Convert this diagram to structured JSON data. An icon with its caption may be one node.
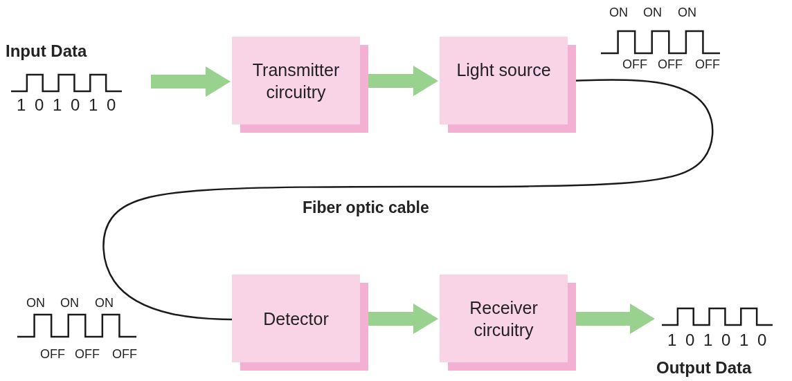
{
  "diagram": {
    "nodes": [
      {
        "text": [
          "Input Data",
          "1 0 1 0 1 0"
        ]
      },
      {
        "text": [
          "Transmitter circuitry"
        ]
      },
      {
        "text": [
          "Light source"
        ]
      },
      {
        "text": [
          "Detector"
        ]
      },
      {
        "text": [
          "Receiver circuitry"
        ]
      },
      {
        "text": [
          "1 0 1 0 1 0",
          "Output Data"
        ]
      }
    ],
    "edges": [
      {
        "from": 0,
        "to": 1,
        "arrow": "to"
      },
      {
        "from": 1,
        "to": 2,
        "arrow": "to"
      },
      {
        "from": 2,
        "to": 3,
        "arrow": "none",
        "label": "Fiber optic cable",
        "color": "#1a1a1a"
      },
      {
        "from": 3,
        "to": 4,
        "arrow": "to"
      },
      {
        "from": 4,
        "to": 5,
        "arrow": "to"
      }
    ],
    "labels": [
      "ON",
      "ON",
      "ON",
      "OFF",
      "OFF",
      "OFF",
      "ON",
      "ON",
      "ON",
      "OFF",
      "OFF",
      "OFF"
    ]
  }
}
